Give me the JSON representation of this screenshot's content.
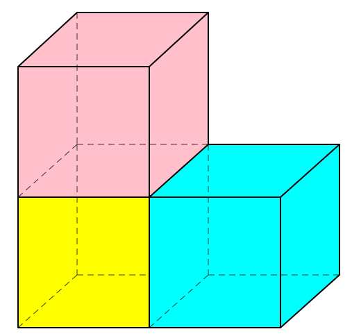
{
  "diagram": {
    "cubes": [
      {
        "name": "pink-cube",
        "color": "#FFC0CB",
        "position": "upper-left"
      },
      {
        "name": "yellow-cube",
        "color": "#FFFF00",
        "position": "lower-left"
      },
      {
        "name": "cyan-cube",
        "color": "#00FFFF",
        "position": "lower-right"
      }
    ],
    "edge_color": "#000000",
    "hidden_edges": "dashed"
  }
}
